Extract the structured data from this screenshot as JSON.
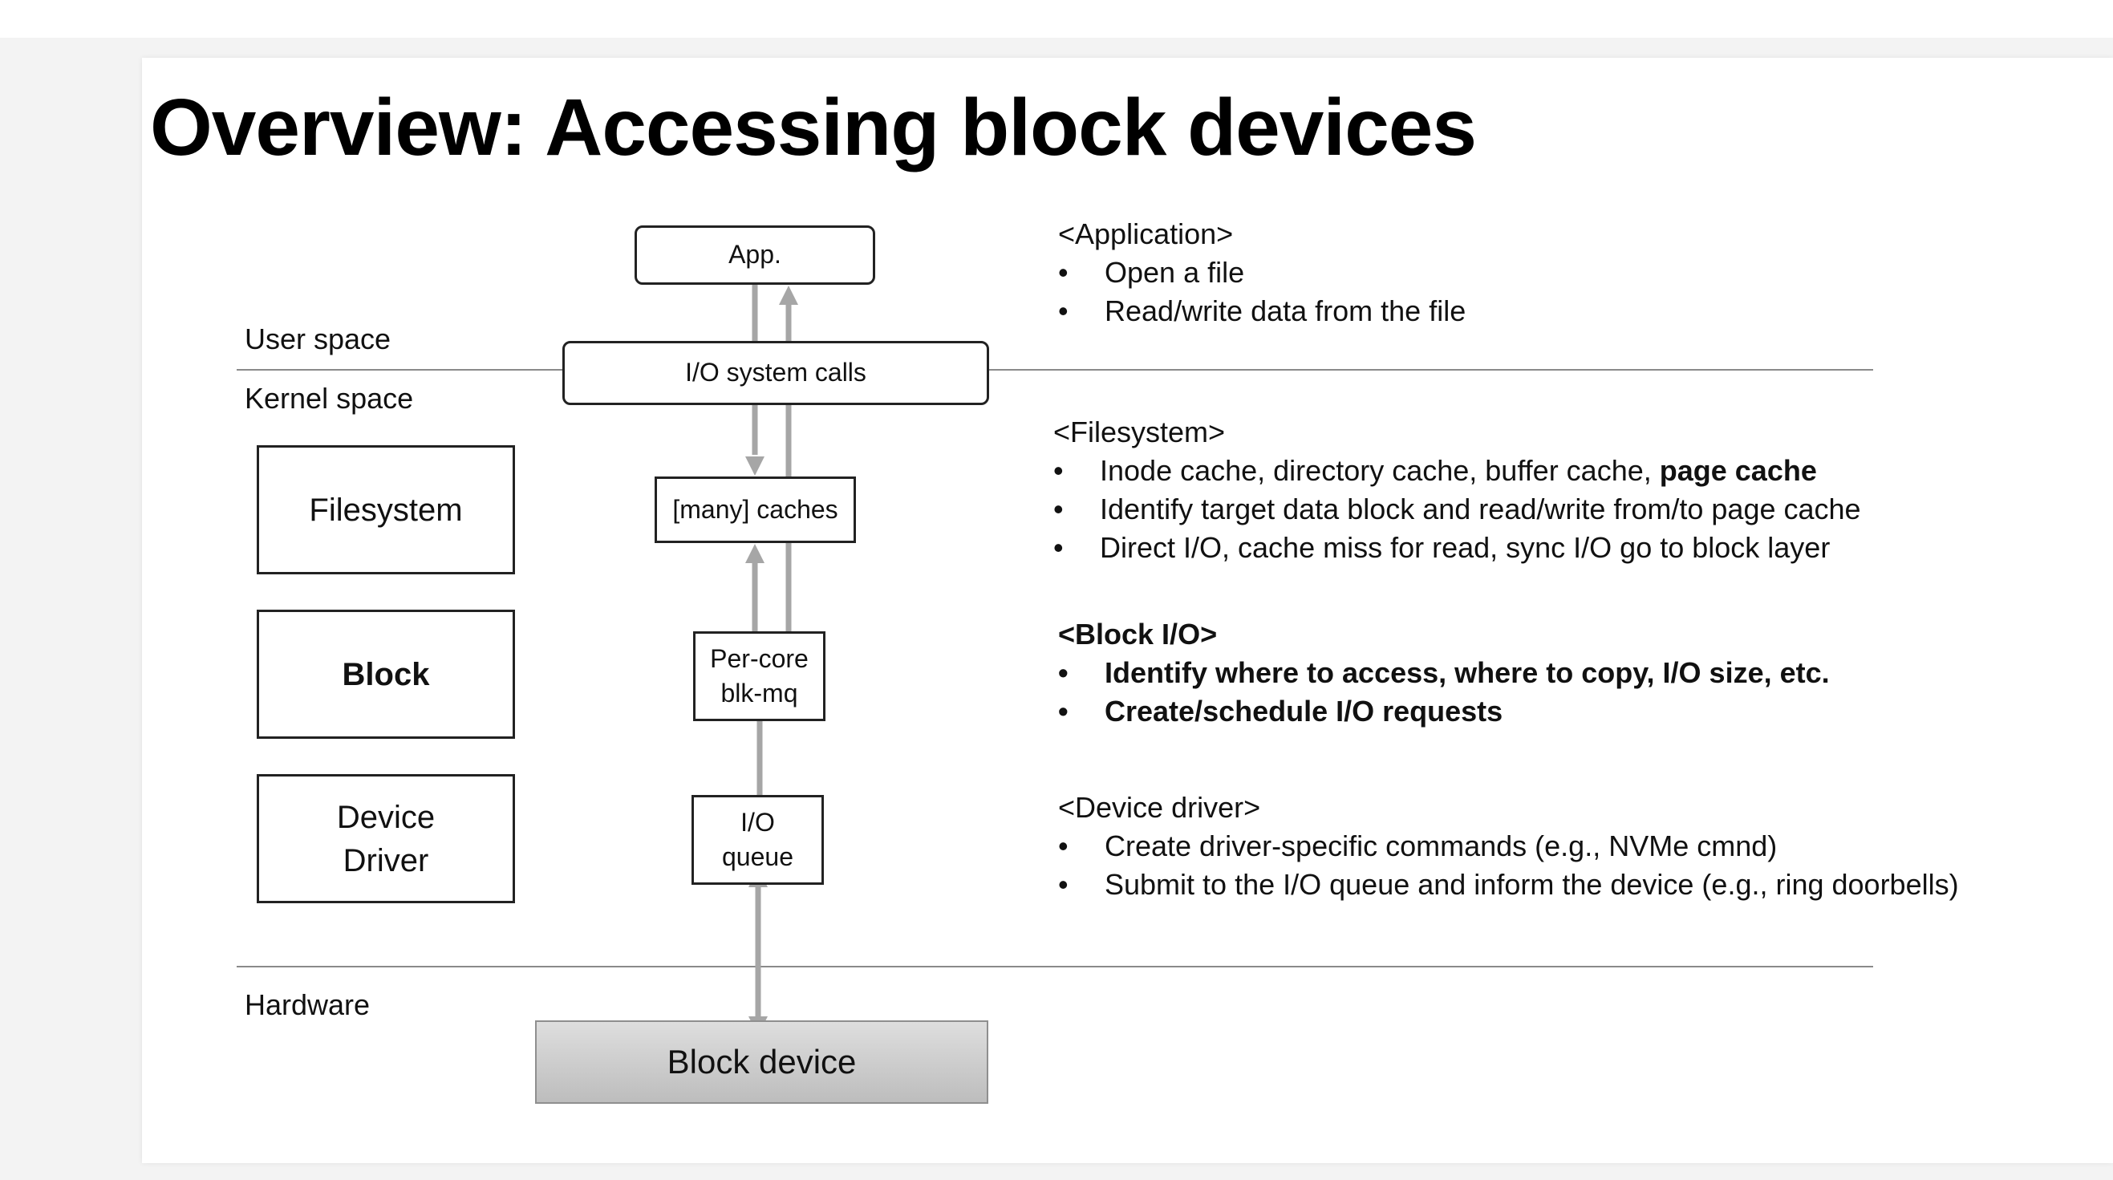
{
  "slide": {
    "title": "Overview: Accessing block devices"
  },
  "regions": {
    "user_space": "User space",
    "kernel_space": "Kernel space",
    "hardware": "Hardware"
  },
  "layers": {
    "filesystem": "Filesystem",
    "block": "Block",
    "device_driver_line1": "Device",
    "device_driver_line2": "Driver"
  },
  "flow": {
    "app": "App.",
    "syscalls": "I/O system calls",
    "caches": "[many] caches",
    "blkmq_line1": "Per-core",
    "blkmq_line2": "blk-mq",
    "queue_line1": "I/O",
    "queue_line2": "queue",
    "block_device": "Block device"
  },
  "sections": {
    "application": {
      "title": "<Application>",
      "bullets": [
        "Open a file",
        "Read/write data from the file"
      ]
    },
    "filesystem": {
      "title": "<Filesystem>",
      "bullet1_prefix": "Inode cache, directory cache, buffer cache, ",
      "bullet1_bold": "page cache",
      "bullet2": "Identify target data block and read/write from/to page cache",
      "bullet3": "Direct I/O, cache miss for read, sync I/O go to block layer"
    },
    "block_io": {
      "title": "<Block I/O>",
      "bullets": [
        "Identify where to access, where to copy, I/O size, etc.",
        "Create/schedule I/O requests"
      ]
    },
    "device_driver": {
      "title": "<Device driver>",
      "bullets": [
        "Create driver-specific commands (e.g., NVMe cmnd)",
        "Submit to the I/O queue and inform the device (e.g., ring doorbells)"
      ]
    }
  },
  "colors": {
    "arrow": "#a6a6a6",
    "separator": "#8a8a8a",
    "device_fill": "#cfcfcf"
  }
}
